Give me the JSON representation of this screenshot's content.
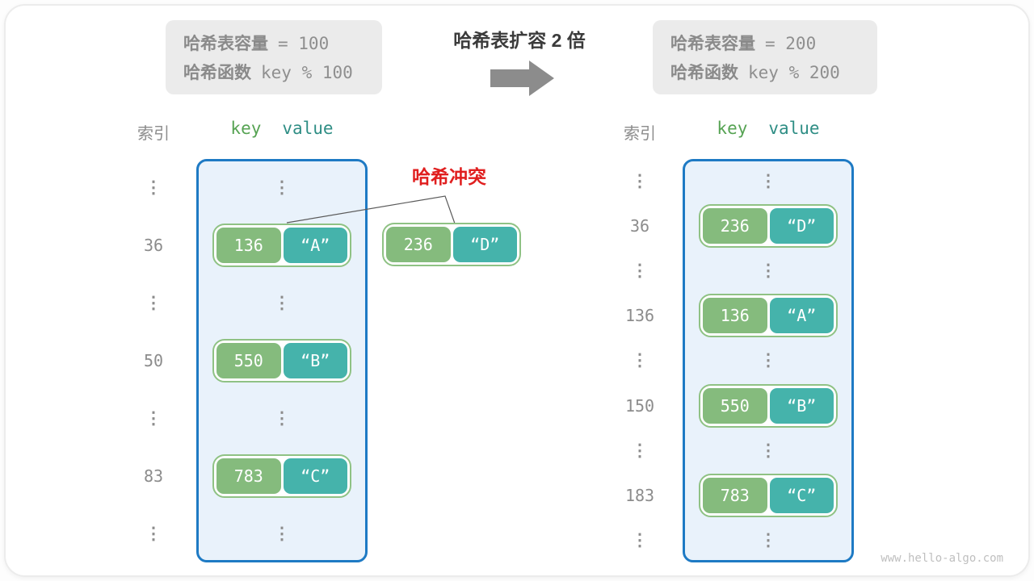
{
  "title": "哈希表扩容 2 倍",
  "before_box": {
    "cap_label": "哈希表容量",
    "cap_value": "= 100",
    "fn_label": "哈希函数",
    "fn_value": "key % 100"
  },
  "after_box": {
    "cap_label": "哈希表容量",
    "cap_value": "= 200",
    "fn_label": "哈希函数",
    "fn_value": "key % 200"
  },
  "headers": {
    "index": "索引",
    "key": "key",
    "value": "value"
  },
  "collision": {
    "label": "哈希冲突",
    "pair": {
      "key": "236",
      "value": "“D”"
    }
  },
  "left_table": {
    "rows": [
      {
        "index": "⋮",
        "slot": "⋮"
      },
      {
        "index": "36",
        "key": "136",
        "value": "“A”"
      },
      {
        "index": "⋮",
        "slot": "⋮"
      },
      {
        "index": "50",
        "key": "550",
        "value": "“B”"
      },
      {
        "index": "⋮",
        "slot": "⋮"
      },
      {
        "index": "83",
        "key": "783",
        "value": "“C”"
      },
      {
        "index": "⋮",
        "slot": "⋮"
      }
    ]
  },
  "right_table": {
    "rows": [
      {
        "index": "⋮",
        "slot": "⋮"
      },
      {
        "index": "36",
        "key": "236",
        "value": "“D”"
      },
      {
        "index": "⋮",
        "slot": "⋮"
      },
      {
        "index": "136",
        "key": "136",
        "value": "“A”"
      },
      {
        "index": "⋮",
        "slot": "⋮"
      },
      {
        "index": "150",
        "key": "550",
        "value": "“B”"
      },
      {
        "index": "⋮",
        "slot": "⋮"
      },
      {
        "index": "183",
        "key": "783",
        "value": "“C”"
      },
      {
        "index": "⋮",
        "slot": "⋮"
      }
    ]
  },
  "watermark": "www.hello-algo.com",
  "colors": {
    "key_fill": "#85BB7D",
    "value_fill": "#45B3AB",
    "pair_border": "#8FC284",
    "table_border": "#1E7AC4",
    "table_bg": "#E9F2FB",
    "info_box_bg": "#EBEBEB",
    "collision_red": "#E01E1E",
    "gray_text": "#8C8C8C",
    "title_text": "#3B3B3B"
  }
}
